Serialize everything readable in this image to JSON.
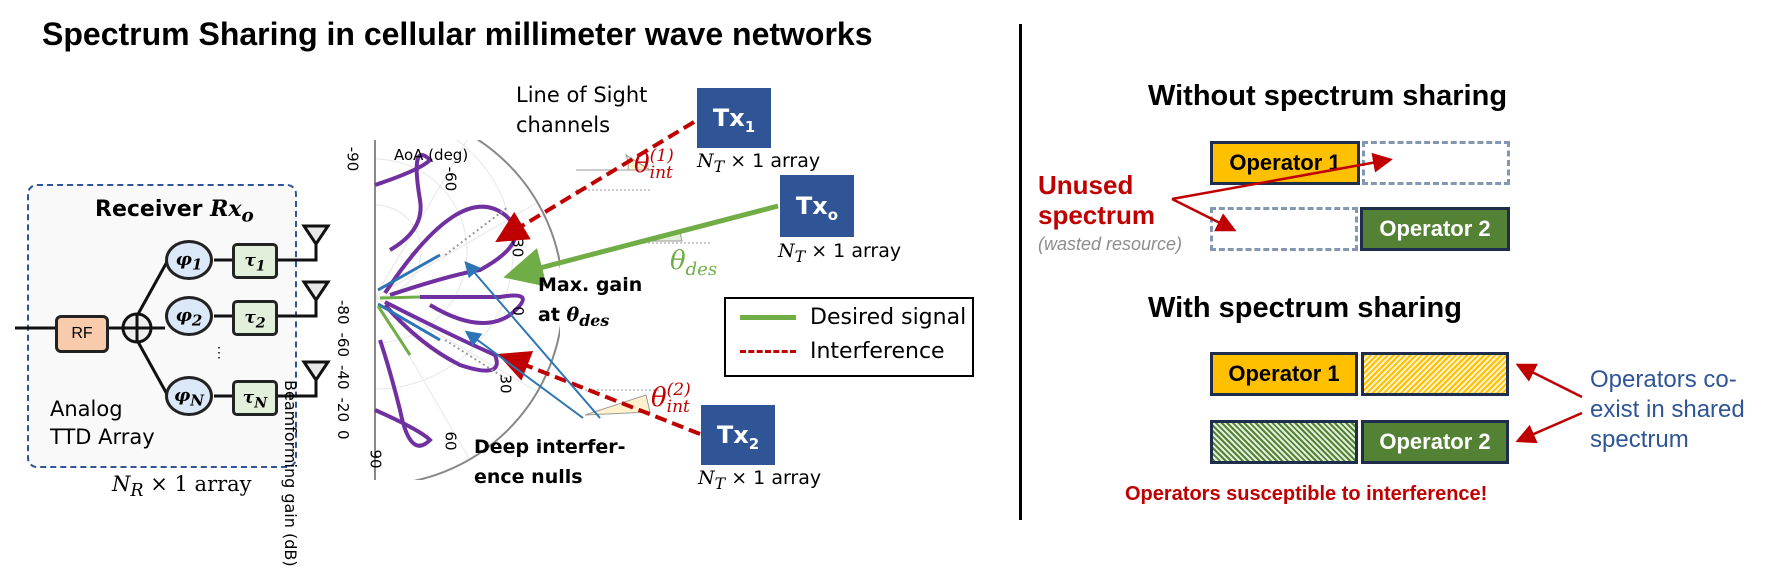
{
  "title": "Spectrum Sharing in cellular millimeter wave networks",
  "left_panel": {
    "receiver": {
      "title_prefix": "Receiver ",
      "title_symbol": "Rx",
      "title_sub": "o",
      "rf_label": "RF",
      "phase_shifters": [
        {
          "sym": "φ",
          "sub": "1"
        },
        {
          "sym": "φ",
          "sub": "2"
        },
        {
          "sym": "φ",
          "sub": "N"
        }
      ],
      "delays": [
        {
          "sym": "τ",
          "sub": "1"
        },
        {
          "sym": "τ",
          "sub": "2"
        },
        {
          "sym": "τ",
          "sub": "N"
        }
      ],
      "ellipsis": "⋮",
      "caption_line1": "Analog",
      "caption_line2": "TTD Array",
      "array_label_n": "N",
      "array_label_sub": "R",
      "array_label_rest": " × 1 array"
    },
    "polar_plot": {
      "angle_axis_label": "AoA (deg)",
      "radial_axis_label": "Beamforming gain (dB)",
      "angle_ticks": [
        "-90",
        "-60",
        "-30",
        "0",
        "30",
        "60",
        "90"
      ],
      "radial_ticks": [
        "-80",
        "-60",
        "-40",
        "-20",
        "0"
      ]
    },
    "annotations": {
      "los_line1": "Line of Sight",
      "los_line2": "channels",
      "max_gain_line1": "Max. gain",
      "max_gain_line2_prefix": "at ",
      "max_gain_theta": "θ",
      "max_gain_theta_sub": "des",
      "deep_line1": "Deep interfer-",
      "deep_line2": "ence nulls"
    },
    "transmitters": [
      {
        "label": "Tx",
        "sub": "1",
        "array_n": "N",
        "array_sub": "T",
        "array_rest": " × 1 array",
        "angle_sym": "θ",
        "angle_sup": "(1)",
        "angle_sub": "int"
      },
      {
        "label": "Tx",
        "sub": "o",
        "array_n": "N",
        "array_sub": "T",
        "array_rest": " × 1 array",
        "angle_sym": "θ",
        "angle_sup": "",
        "angle_sub": "des"
      },
      {
        "label": "Tx",
        "sub": "2",
        "array_n": "N",
        "array_sub": "T",
        "array_rest": " × 1 array",
        "angle_sym": "θ",
        "angle_sup": "(2)",
        "angle_sub": "int"
      }
    ],
    "legend": [
      {
        "label": "Desired signal",
        "style": "solid",
        "color": "#70ad47"
      },
      {
        "label": "Interference",
        "style": "dashed",
        "color": "#c00000"
      }
    ]
  },
  "right_panel": {
    "without": {
      "heading": "Without spectrum sharing",
      "operator1": "Operator 1",
      "operator2": "Operator 2",
      "unused_line1": "Unused",
      "unused_line2": "spectrum",
      "wasted_note": "(wasted resource)"
    },
    "with": {
      "heading": "With spectrum sharing",
      "operator1": "Operator 1",
      "operator2": "Operator 2",
      "coexist_line1": "Operators co-",
      "coexist_line2": "exist in shared",
      "coexist_line3": "spectrum",
      "warning": "Operators susceptible to interference!"
    }
  },
  "colors": {
    "tx_blue": "#2f5597",
    "interference_red": "#c00000",
    "desired_green": "#70ad47",
    "operator1_yellow": "#ffc000",
    "operator2_green": "#548235",
    "coexist_blue": "#2f5597",
    "pattern_purple": "#7030a0"
  }
}
